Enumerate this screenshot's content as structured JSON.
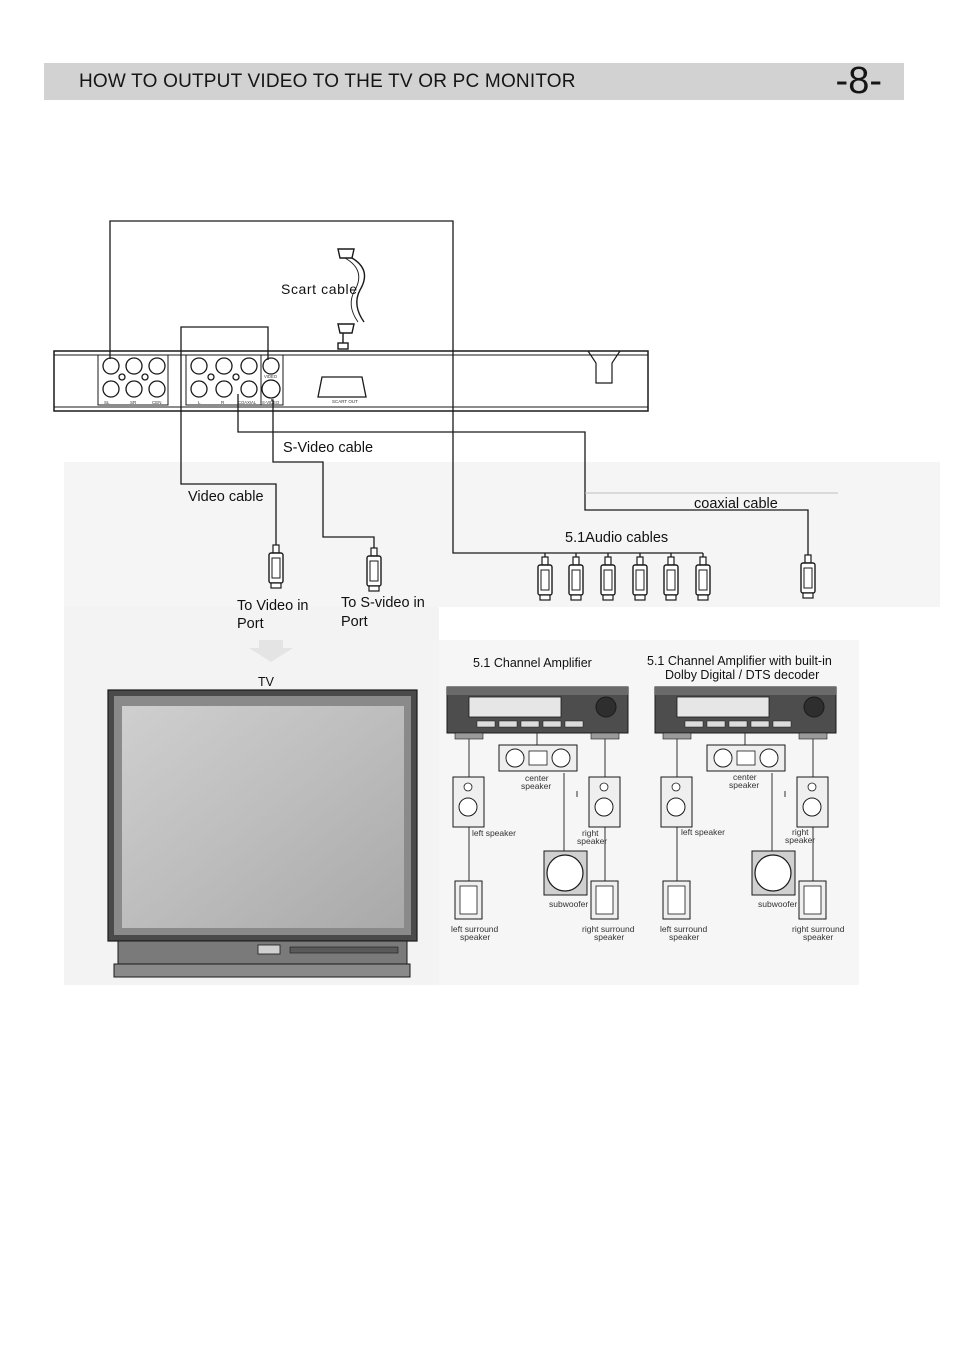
{
  "header": {
    "title": "HOW TO OUTPUT VIDEO TO THE TV OR PC MONITOR",
    "page_number": "-8-"
  },
  "device": {
    "scart_out_label": "SCART OUT",
    "port_labels": [
      "SL",
      "SR",
      "CEN",
      "L",
      "R",
      "COAXIAL",
      "VIDEO",
      "S-VIDEO"
    ]
  },
  "cables": {
    "scart": "Scart cable",
    "svideo": "S-Video cable",
    "video": "Video cable",
    "coaxial": "coaxial cable",
    "audio51": "5.1Audio cables"
  },
  "ports": {
    "video_in_line1": "To Video in",
    "video_in_line2": "Port",
    "svideo_in_line1": "To S-video in",
    "svideo_in_line2": "Port"
  },
  "tv": {
    "label": "TV"
  },
  "amp1": {
    "title": "5.1 Channel Amplifier",
    "center": [
      "center",
      "speaker"
    ],
    "left": "left speaker",
    "right": [
      "right",
      "speaker"
    ],
    "sub": "subwoofer",
    "left_surround": [
      "left surround",
      "speaker"
    ],
    "right_surround": [
      "right surround",
      "speaker"
    ]
  },
  "amp2": {
    "title_line1": "5.1 Channel Amplifier with built-in",
    "title_line2": "Dolby Digital / DTS decoder",
    "center": [
      "center",
      "speaker"
    ],
    "left": "left speaker",
    "right": [
      "right",
      "speaker"
    ],
    "sub": "subwoofer",
    "left_surround": [
      "left surround",
      "speaker"
    ],
    "right_surround": [
      "right surround",
      "speaker"
    ]
  },
  "colors": {
    "header_bg": "#d2d2d2",
    "diagram_bg": "#f4f4f4",
    "line": "#1a1a1a"
  }
}
